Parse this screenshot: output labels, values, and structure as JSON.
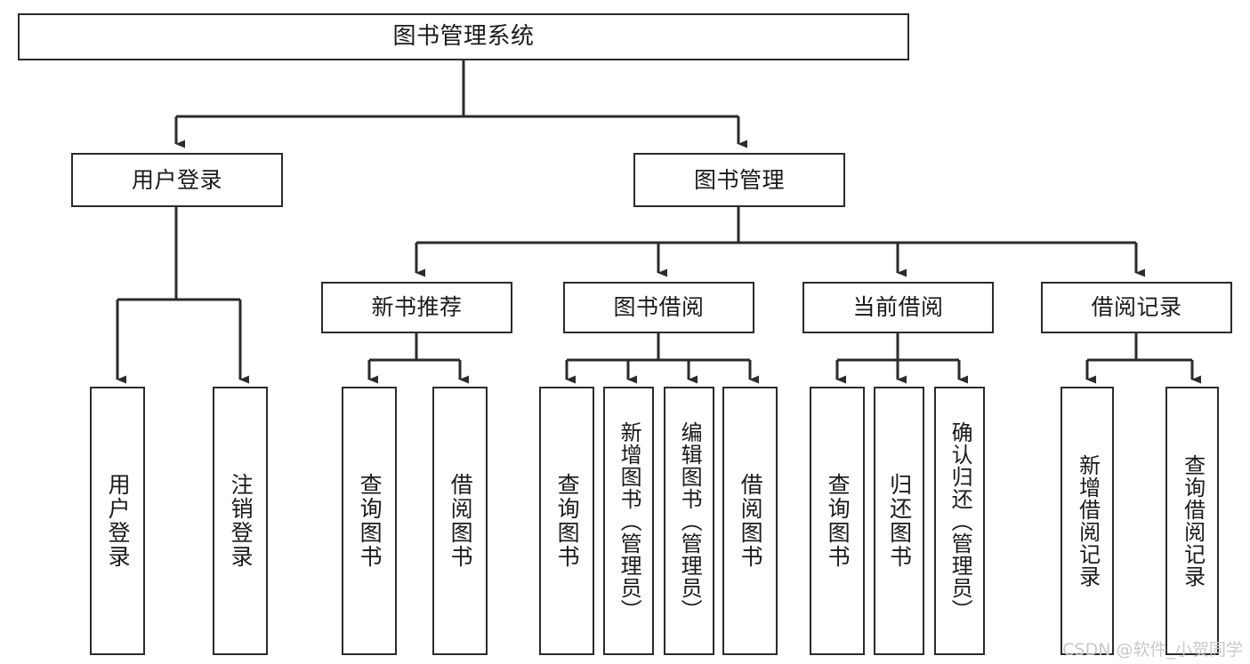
{
  "diagram": {
    "type": "tree",
    "title": "图书管理系统",
    "colors": {
      "background": "#ffffff",
      "node_fill": "#ffffff",
      "node_border": "#2b2b2b",
      "connector": "#2b2b2b",
      "text": "#1a1a1a",
      "watermark": "#c9c9c9"
    },
    "nodes": {
      "root": {
        "label": "图书管理系统"
      },
      "level2": [
        {
          "label": "用户登录"
        },
        {
          "label": "图书管理"
        }
      ],
      "level3": [
        {
          "label": "新书推荐"
        },
        {
          "label": "图书借阅"
        },
        {
          "label": "当前借阅"
        },
        {
          "label": "借阅记录"
        }
      ],
      "leaves": {
        "user_login": [
          {
            "label": "用户登录"
          },
          {
            "label": "注销登录"
          }
        ],
        "new_book": [
          {
            "label": "查询图书"
          },
          {
            "label": "借阅图书"
          }
        ],
        "book_borrow": [
          {
            "label": "查询图书"
          },
          {
            "label": "新增图书（管理员）"
          },
          {
            "label": "编辑图书（管理员）"
          },
          {
            "label": "借阅图书"
          }
        ],
        "current_borrow": [
          {
            "label": "查询图书"
          },
          {
            "label": "归还图书"
          },
          {
            "label": "确认归还（管理员）"
          }
        ],
        "borrow_record": [
          {
            "label": "新增借阅记录"
          },
          {
            "label": "查询借阅记录"
          }
        ]
      }
    }
  },
  "watermark": {
    "text": "CSDN @软件_小贺同学"
  }
}
